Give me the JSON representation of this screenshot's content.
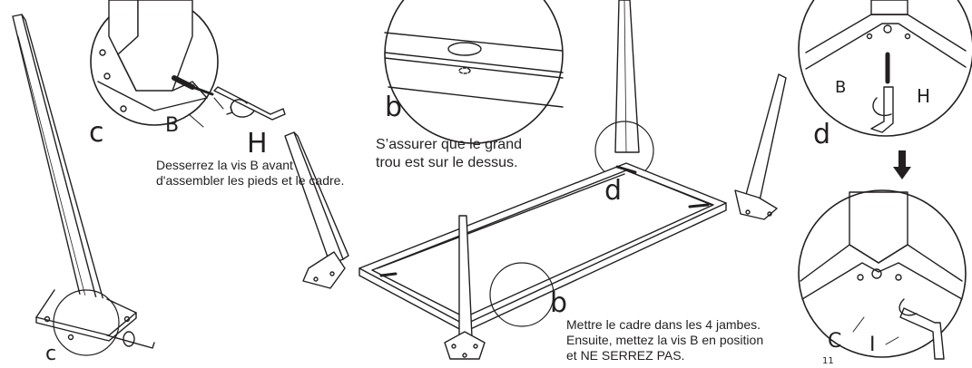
{
  "labels": {
    "c_top": "c",
    "b_top_left": "B",
    "h_top_left": "H",
    "c_bottom": "c",
    "b_circle_mid": "b",
    "d_center": "d",
    "b_frame": "b",
    "d_right": "d",
    "b_right": "B",
    "h_right": "H",
    "c_right": "C",
    "i_right": "I",
    "page_mark": "11"
  },
  "notes": {
    "loosen_line1": "Desserrez la vis B avant",
    "loosen_line2": "d'assembler les pieds et le cadre.",
    "hole_line1": "S’assurer que le grand",
    "hole_line2": "trou est sur le dessus.",
    "frame_line1": "Mettre le cadre dans les 4 jambes.",
    "frame_line2": "Ensuite, mettez la vis B en position",
    "frame_line3": "et NE SERREZ PAS."
  }
}
